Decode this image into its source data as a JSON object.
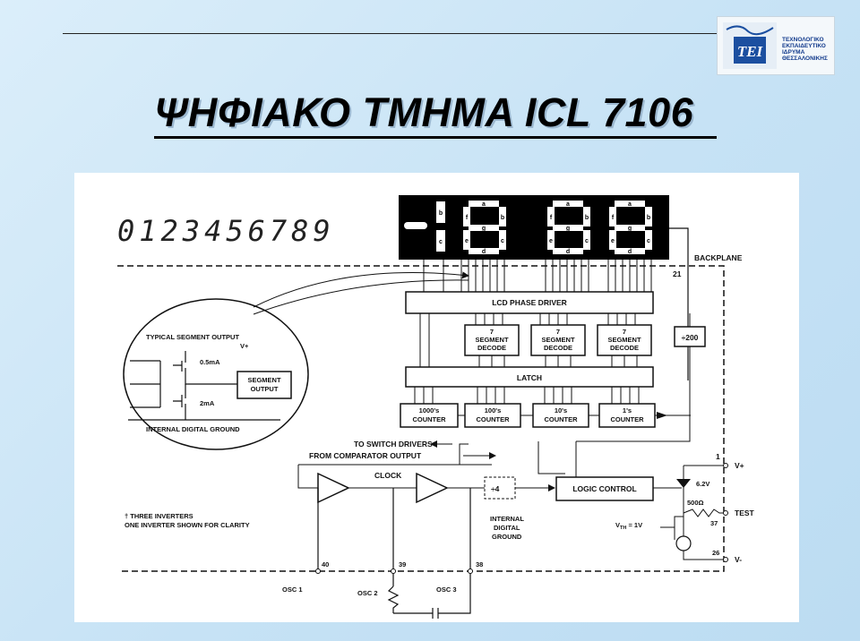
{
  "slide": {
    "title": "ΨΗΦΙΑΚΟ ΤΜΗΜΑ ICL 7106"
  },
  "logo": {
    "mark": "TEI",
    "lines": [
      "ΤΕΧΝΟΛΟΓΙΚΟ",
      "ΕΚΠΑΙΔΕΥΤΙΚΟ",
      "ΙΔΡΥΜΑ",
      "ΘΕΣΣΑΛΟΝΙΚΗΣ"
    ]
  },
  "diagram": {
    "digit_strip": "0123456789",
    "segment_letters": [
      "a",
      "b",
      "c",
      "d",
      "e",
      "f",
      "g"
    ],
    "blocks": {
      "lcd_phase_driver": "LCD PHASE DRIVER",
      "segment_decode_line1": "7",
      "segment_decode_line2": "SEGMENT",
      "segment_decode_line3": "DECODE",
      "latch": "LATCH",
      "divide_200": "÷200",
      "counter_1000": "1000's",
      "counter_100": "100's",
      "counter_10": "10's",
      "counter_1": "1's",
      "counter_word": "COUNTER",
      "logic_control": "LOGIC CONTROL",
      "divide_4": "÷4",
      "segment_output_line1": "SEGMENT",
      "segment_output_line2": "OUTPUT"
    },
    "labels": {
      "backplane": "BACKPLANE",
      "pin_21": "21",
      "typical_segment_output": "TYPICAL SEGMENT OUTPUT",
      "v_plus_small": "V+",
      "current_05ma": "0.5mA",
      "current_2ma": "2mA",
      "internal_digital_ground": "INTERNAL DIGITAL GROUND",
      "to_switch_drivers": "TO SWITCH DRIVERS",
      "from_comparator_output": "FROM COMPARATOR OUTPUT",
      "clock": "CLOCK",
      "three_inverters_line1": "† THREE INVERTERS",
      "three_inverters_line2": "ONE INVERTER SHOWN FOR CLARITY",
      "internal_line1": "INTERNAL",
      "internal_line2": "DIGITAL",
      "internal_line3": "GROUND",
      "pin_1": "1",
      "v_plus": "V+",
      "zener": "6.2V",
      "resistor_500": "500Ω",
      "test": "TEST",
      "pin_37": "37",
      "vth": "V",
      "vth_sub": "TH",
      "vth_value": " = 1V",
      "pin_26": "26",
      "v_minus": "V-",
      "pin_40": "40",
      "pin_39": "39",
      "pin_38": "38",
      "osc1": "OSC 1",
      "osc2": "OSC 2",
      "osc3": "OSC 3"
    }
  }
}
